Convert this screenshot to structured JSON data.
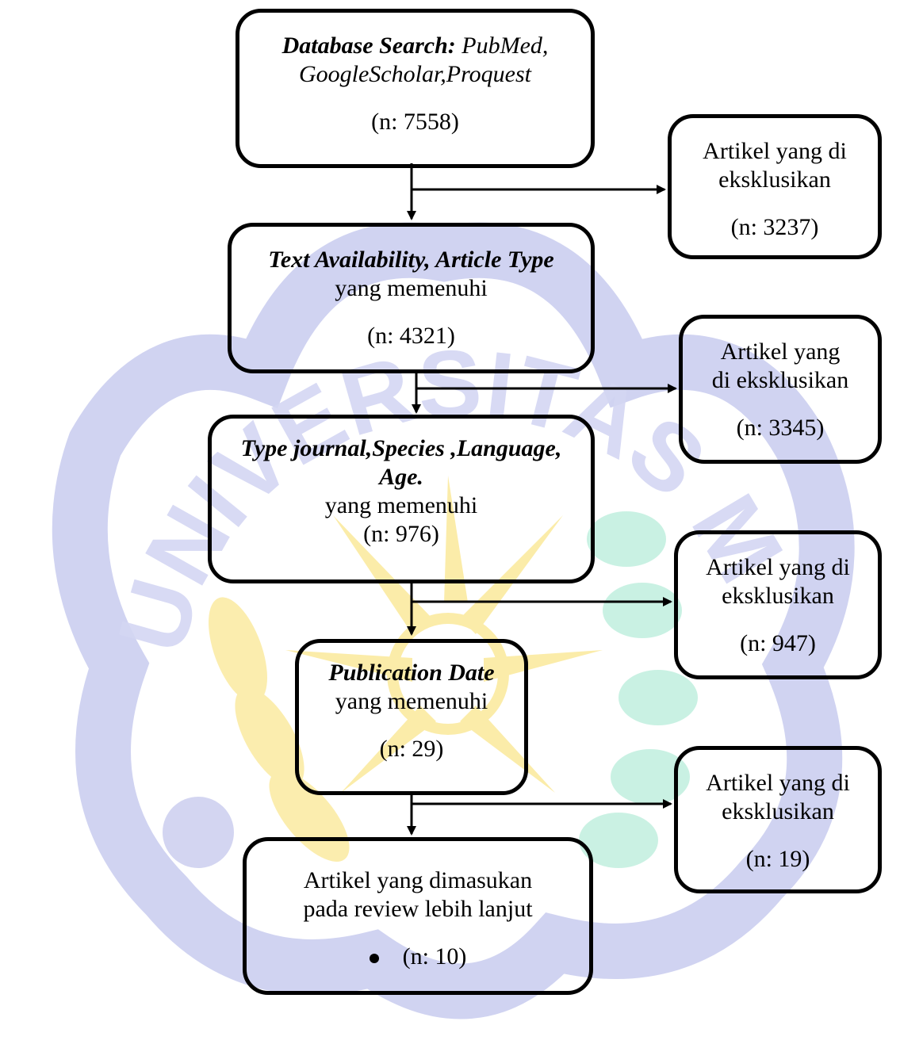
{
  "boxes": {
    "search": {
      "label_bold": "Database Search:",
      "label_rest": " PubMed,",
      "line2": "GoogleScholar,Proquest",
      "count": "(n: 7558)"
    },
    "text_avail": {
      "title": "Text Availability, Article Type",
      "sub": "yang memenuhi",
      "count": "(n: 4321)"
    },
    "type_journal": {
      "title1": "Type journal,Species ,Language,",
      "title2": "Age.",
      "sub": "yang memenuhi",
      "count": "(n: 976)"
    },
    "pub_date": {
      "title": "Publication Date",
      "sub": "yang memenuhi",
      "count": "(n: 29)"
    },
    "final": {
      "line1": "Artikel yang dimasukan",
      "line2": "pada review lebih lanjut",
      "count": "(n: 10)"
    }
  },
  "excluded": [
    {
      "line1": "Artikel yang di",
      "line2": "eksklusikan",
      "count": "(n: 3237)"
    },
    {
      "line1": "Artikel yang",
      "line2": "di eksklusikan",
      "count": "(n: 3345)"
    },
    {
      "line1": "Artikel yang di",
      "line2": "eksklusikan",
      "count": "(n: 947)"
    },
    {
      "line1": "Artikel yang di",
      "line2": "eksklusikan",
      "count": "(n: 19)"
    }
  ],
  "watermark": {
    "text": "UNIVERSITAS MUHAMMADIYAH",
    "colors": {
      "ring": "#b9bde6",
      "star": "#fbe98a",
      "leaves": "#b9eedc"
    }
  }
}
